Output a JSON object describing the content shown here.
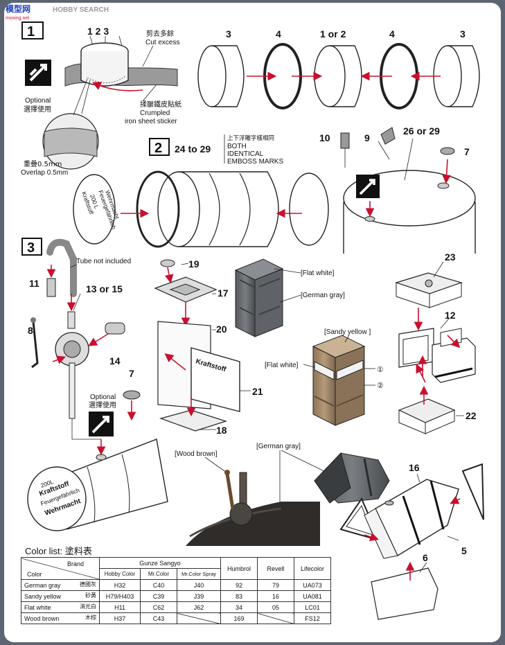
{
  "watermark": {
    "brand": "模型网",
    "site": "HOBBY SEARCH",
    "url": "moxing.net"
  },
  "steps": {
    "s1": "1",
    "s2": "2",
    "s3": "3"
  },
  "step1": {
    "part_labels": "1  2  3",
    "cut_zh": "剪去多餘",
    "cut_en": "Cut excess",
    "optional_en": "Optional",
    "optional_zh": "選擇使用",
    "crumpled_zh": "揉皺鐵皮貼紙",
    "crumpled_en1": "Crumpled",
    "crumpled_en2": "iron sheet sticker",
    "overlap_zh": "重疊0.5mm",
    "overlap_en": "Overlap 0.5mm",
    "seq": [
      "3",
      "4",
      "1 or 2",
      "4",
      "3"
    ]
  },
  "step2": {
    "range": "24 to 29",
    "emboss_zh": "上下浮雕字樣相同",
    "emboss_en1": "BOTH",
    "emboss_en2": "IDENTICAL",
    "emboss_en3": "EMBOSS MARKS",
    "decal": [
      "Kraftstoff",
      "200 L",
      "Feuergefährlich",
      "Wehrmacht"
    ]
  },
  "drum_top": {
    "p10": "10",
    "p9": "9",
    "p26": "26 or 29",
    "p7": "7"
  },
  "step3": {
    "tube_note": "Tube not included",
    "p11": "11",
    "p13": "13 or 15",
    "p8": "8",
    "p14": "14",
    "p7": "7",
    "optional_en": "Optional",
    "optional_zh": "選擇使用",
    "drum_text": [
      "200L",
      "Kraftstoff",
      "Feuergefährlich",
      "Wehrmacht"
    ]
  },
  "jerrycan": {
    "p19": "19",
    "p17": "17",
    "p20": "20",
    "p21": "21",
    "p18": "18",
    "decal": "Kraftstoff"
  },
  "painted": {
    "flat_white_1": "[Flat white]",
    "german_gray_1": "[German gray]",
    "sandy_yellow": "[Sandy yellow ]",
    "flat_white_2": "[Flat white]",
    "c1": "①",
    "c2": "②",
    "wood_brown": "[Wood brown]",
    "german_gray_2": "[German gray]"
  },
  "box": {
    "p23": "23",
    "p12": "12",
    "p22": "22"
  },
  "tank": {
    "p16": "16",
    "p5": "5",
    "p6": "6"
  },
  "color_list": {
    "title_en": "Color list:",
    "title_zh": "塗料表",
    "brand": "Brand",
    "color": "Color",
    "gunze": "Gunze Sangyo",
    "sub": [
      "Hobby Color",
      "Mr.Color",
      "Mr.Color Spray"
    ],
    "cols": [
      "Humbrol",
      "Revell",
      "Lifecolor"
    ],
    "rows": [
      {
        "en": "German gray",
        "zh": "德國灰",
        "vals": [
          "H32",
          "C40",
          "J40",
          "92",
          "79",
          "UA073"
        ]
      },
      {
        "en": "Sandy yellow",
        "zh": "砂黃",
        "vals": [
          "H79/H403",
          "C39",
          "J39",
          "83",
          "16",
          "UA081"
        ]
      },
      {
        "en": "Flat white",
        "zh": "消光白",
        "vals": [
          "H11",
          "C62",
          "J62",
          "34",
          "05",
          "LC01"
        ]
      },
      {
        "en": "Wood brown",
        "zh": "木棕",
        "vals": [
          "H37",
          "C43",
          "",
          "169",
          "",
          "FS12"
        ]
      }
    ]
  },
  "colors": {
    "arrow": "#c8102e",
    "page": "#ffffff",
    "frame": "#5d6572"
  }
}
